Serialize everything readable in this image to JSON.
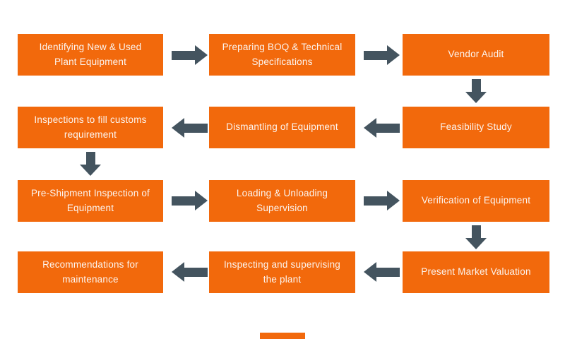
{
  "diagram": {
    "type": "flowchart",
    "description": "Serpentine process flow of plant equipment services, 4 rows by 3 columns of orange steps connected by dark slate arrows"
  },
  "colors": {
    "box": "#F2690C",
    "arrow": "#44545F",
    "text": "#FCF5F0",
    "background": "#FFFFFF"
  },
  "boxes": [
    {
      "label": "Identifying New & Used Plant Equipment"
    },
    {
      "label": "Preparing BOQ & Technical Specifications"
    },
    {
      "label": "Vendor Audit"
    },
    {
      "label": "Inspections to fill customs requirement"
    },
    {
      "label": "Dismantling of Equipment"
    },
    {
      "label": "Feasibility Study"
    },
    {
      "label": "Pre-Shipment Inspection of Equipment"
    },
    {
      "label": "Loading & Unloading Supervision"
    },
    {
      "label": "Verification of Equipment"
    },
    {
      "label": "Recommendations for maintenance"
    },
    {
      "label": "Inspecting and supervising the plant"
    },
    {
      "label": "Present Market Valuation"
    }
  ],
  "arrows": [
    {
      "direction": "right",
      "from": "Identifying New & Used Plant Equipment",
      "to": "Preparing BOQ & Technical Specifications"
    },
    {
      "direction": "right",
      "from": "Preparing BOQ & Technical Specifications",
      "to": "Vendor Audit"
    },
    {
      "direction": "down",
      "from": "Vendor Audit",
      "to": "Feasibility Study"
    },
    {
      "direction": "left",
      "from": "Feasibility Study",
      "to": "Dismantling of Equipment"
    },
    {
      "direction": "left",
      "from": "Dismantling of Equipment",
      "to": "Inspections to fill customs requirement"
    },
    {
      "direction": "down",
      "from": "Inspections to fill customs requirement",
      "to": "Pre-Shipment Inspection of Equipment"
    },
    {
      "direction": "right",
      "from": "Pre-Shipment Inspection of Equipment",
      "to": "Loading & Unloading Supervision"
    },
    {
      "direction": "right",
      "from": "Loading & Unloading Supervision",
      "to": "Verification of Equipment"
    },
    {
      "direction": "down",
      "from": "Verification of Equipment",
      "to": "Present Market Valuation"
    },
    {
      "direction": "left",
      "from": "Present Market Valuation",
      "to": "Inspecting and supervising the plant"
    },
    {
      "direction": "left",
      "from": "Inspecting and supervising the plant",
      "to": "Recommendations for maintenance"
    }
  ]
}
